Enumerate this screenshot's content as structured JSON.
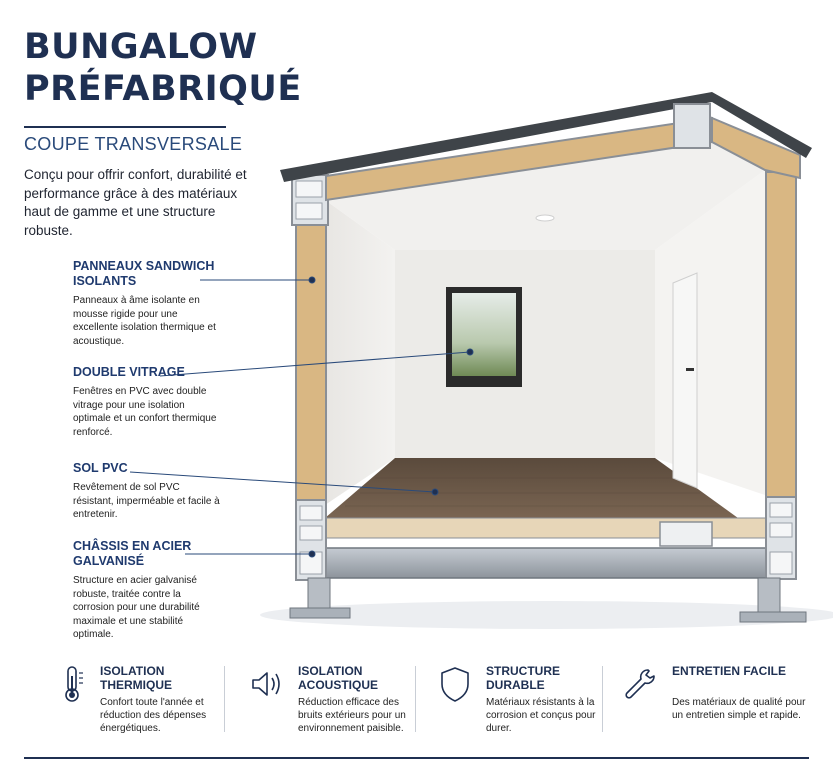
{
  "header": {
    "title_line1": "BUNGALOW",
    "title_line2": "PRÉFABRIQUÉ",
    "subtitle": "COUPE TRANSVERSALE",
    "intro": "Conçu pour offrir confort, durabilité et performance grâce à des matériaux haut de gamme et une structure robuste."
  },
  "features": [
    {
      "title": "PANNEAUX SANDWICH ISOLANTS",
      "text": "Panneaux à âme isolante en mousse rigide pour une excellente isolation thermique et acoustique."
    },
    {
      "title": "DOUBLE VITRAGE",
      "text": "Fenêtres en PVC avec double vitrage pour une isolation optimale et un confort thermique renforcé."
    },
    {
      "title": "SOL PVC",
      "text": "Revêtement de sol PVC résistant, imperméable et facile à entretenir."
    },
    {
      "title": "CHÂSSIS EN ACIER GALVANISÉ",
      "text": "Structure en acier galvanisé robuste, traitée contre la corrosion pour une durabilité maximale et une stabilité optimale."
    }
  ],
  "benefits": [
    {
      "icon": "thermometer-icon",
      "title": "ISOLATION THERMIQUE",
      "text": "Confort toute l'année et réduction des dépenses énergétiques."
    },
    {
      "icon": "speaker-icon",
      "title": "ISOLATION ACOUSTIQUE",
      "text": "Réduction efficace des bruits extérieurs pour un environnement paisible."
    },
    {
      "icon": "shield-icon",
      "title": "STRUCTURE DURABLE",
      "text": "Matériaux résistants à la corrosion et conçus pour durer."
    },
    {
      "icon": "wrench-icon",
      "title": "ENTRETIEN FACILE",
      "text": "Des matériaux de qualité pour un entretien simple et rapide."
    }
  ],
  "colors": {
    "navy": "#1f3052",
    "accent": "#2a4a7a",
    "insulation": "#d9b783",
    "steel": "#a9b0b8",
    "floor": "#6b5a4a"
  }
}
